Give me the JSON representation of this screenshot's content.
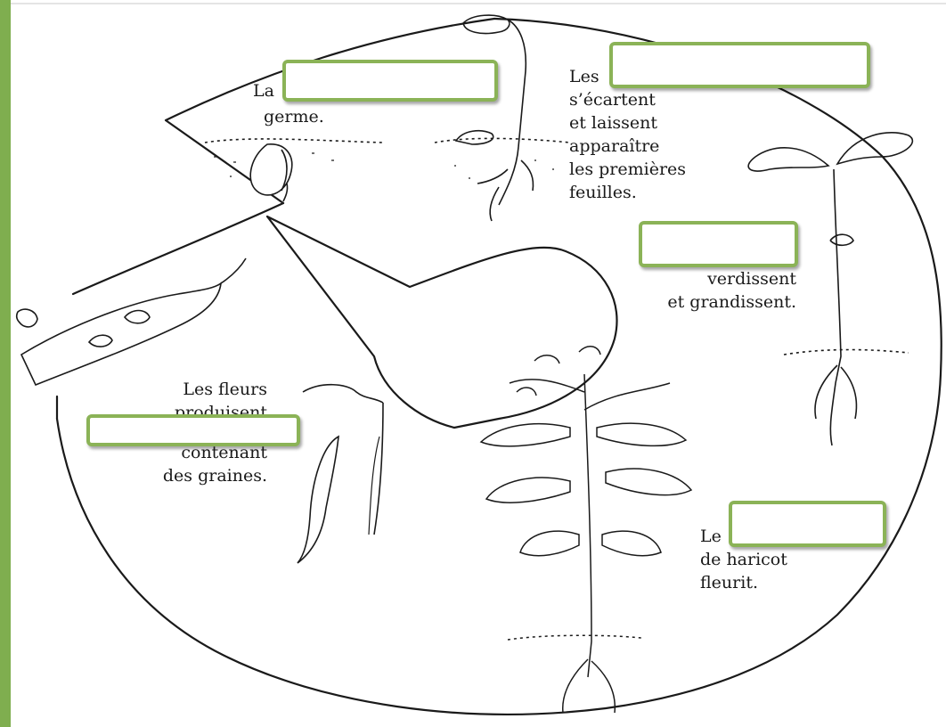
{
  "theme": {
    "accent": "#8bb357",
    "frame": "#7fae4f"
  },
  "stages": {
    "germination": {
      "pre": "La",
      "post": "germe.",
      "answer": ""
    },
    "cotyledons": {
      "pre": "Les",
      "post_lines": [
        "s’écartent",
        "et laissent",
        "apparaître",
        "les premières",
        "feuilles."
      ],
      "answer": ""
    },
    "leaves": {
      "post_lines": [
        "verdissent",
        "et grandissent."
      ],
      "answer": ""
    },
    "flowering": {
      "pre": "Le",
      "post_lines": [
        "de haricot",
        "fleurit."
      ],
      "answer": ""
    },
    "pods": {
      "pre_lines": [
        "Les fleurs",
        "produisent"
      ],
      "post_lines": [
        "contenant",
        "des graines."
      ],
      "answer": ""
    }
  }
}
